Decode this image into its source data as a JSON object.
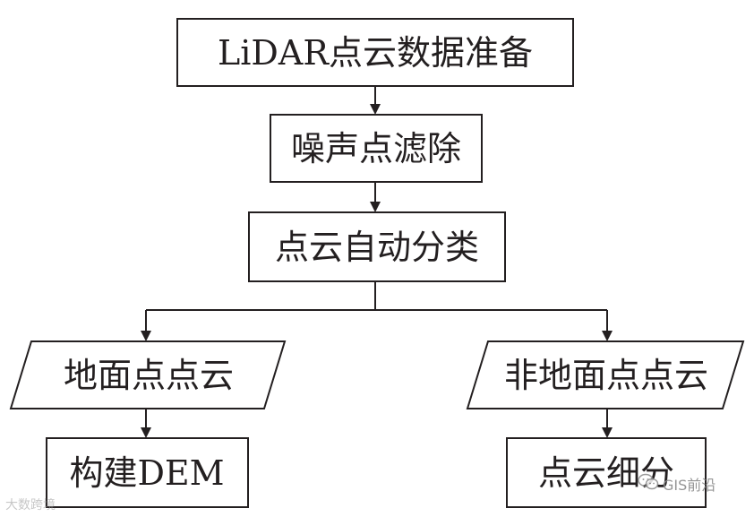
{
  "nodes": {
    "prep": "LiDAR点云数据准备",
    "denoise": "噪声点滤除",
    "classify": "点云自动分类",
    "ground": "地面点点云",
    "nonground": "非地面点点云",
    "dem": "构建DEM",
    "subdivide": "点云细分"
  },
  "watermarks": {
    "left": "大数跨境",
    "right": "GIS前沿"
  },
  "colors": {
    "stroke": "#231f20",
    "background": "#ffffff"
  }
}
